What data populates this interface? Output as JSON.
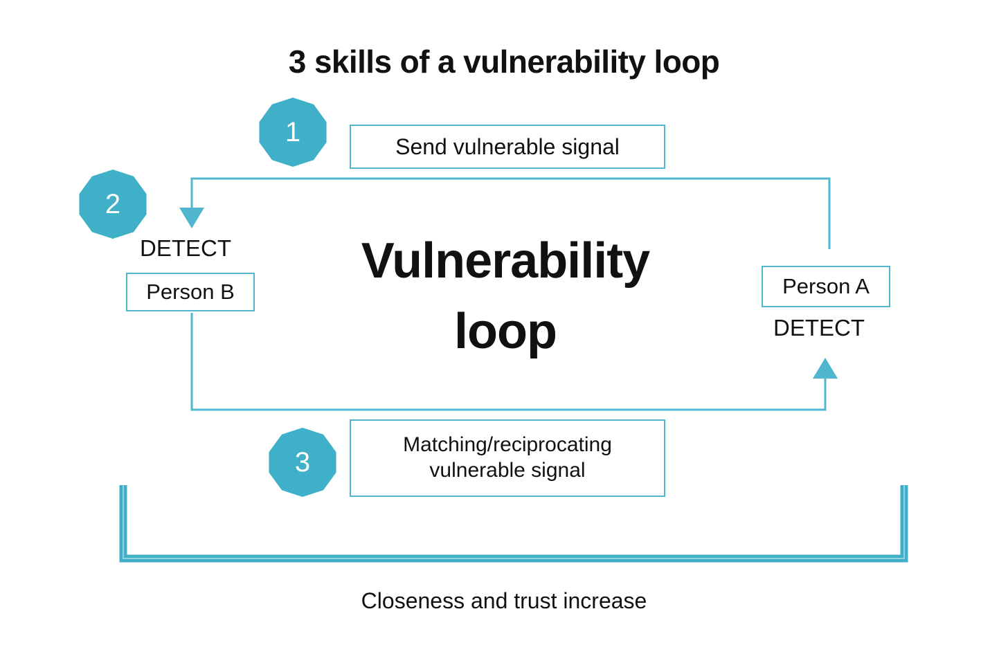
{
  "title": "3 skills of a vulnerability loop",
  "center": {
    "line1": "Vulnerability",
    "line2": "loop"
  },
  "steps": [
    {
      "number": "1",
      "label": "Send vulnerable signal"
    },
    {
      "number": "2",
      "label": ""
    },
    {
      "number": "3",
      "label_line1": "Matching/reciprocating",
      "label_line2": "vulnerable signal"
    }
  ],
  "actors": {
    "person_b": "Person B",
    "person_a": "Person A",
    "detect_b": "DETECT",
    "detect_a": "DETECT"
  },
  "outcome": "Closeness and trust increase",
  "colors": {
    "accent": "#3FB0C8",
    "accent_light": "#4FB6CE",
    "text": "#111111",
    "background": "#FFFFFF"
  }
}
